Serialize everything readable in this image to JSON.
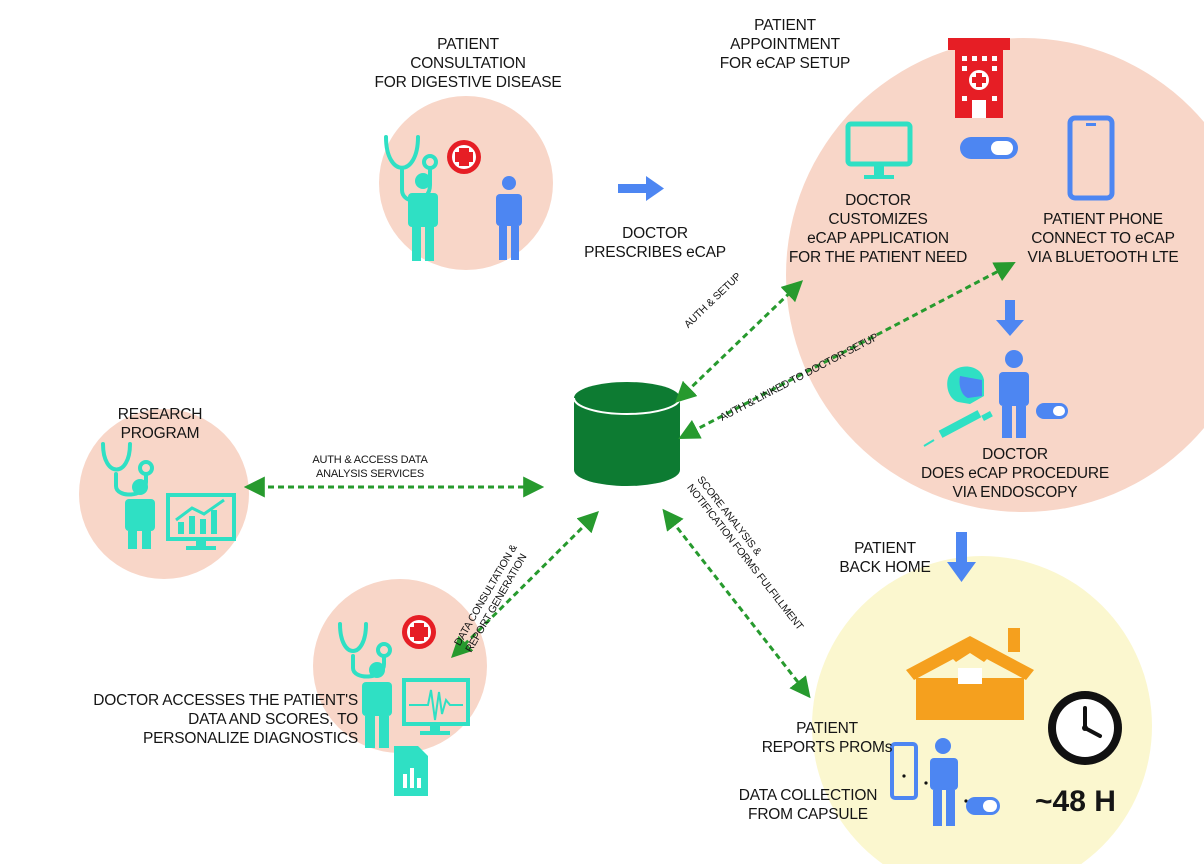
{
  "colors": {
    "circle_pink": "#f8d6c8",
    "circle_yellow": "#fbf7cf",
    "teal": "#2fe0c4",
    "blue": "#4d86f2",
    "red": "#e61e25",
    "database_green": "#0d7b32",
    "dashed_green": "#279a2e",
    "home_orange": "#f5a01e"
  },
  "nodes": {
    "consultation": {
      "line1": "PATIENT",
      "line2": "CONSULTATION",
      "line3": "FOR DIGESTIVE DISEASE"
    },
    "prescribe": {
      "line1": "DOCTOR",
      "line2": "PRESCRIBES eCAP"
    },
    "appointment": {
      "line1": "PATIENT",
      "line2": "APPOINTMENT",
      "line3": "FOR eCAP SETUP"
    },
    "customize": {
      "line1": "DOCTOR",
      "line2": "CUSTOMIZES",
      "line3": "eCAP APPLICATION",
      "line4": "FOR THE PATIENT NEED"
    },
    "phone": {
      "line1": "PATIENT PHONE",
      "line2": "CONNECT TO eCAP",
      "line3": "VIA BLUETOOTH LTE"
    },
    "procedure": {
      "line1": "DOCTOR",
      "line2": "DOES eCAP PROCEDURE",
      "line3": "VIA ENDOSCOPY"
    },
    "back_home": {
      "line1": "PATIENT",
      "line2": "BACK HOME"
    },
    "research": {
      "line1": "RESEARCH",
      "line2": "PROGRAM"
    },
    "doctor_access": {
      "line1": "DOCTOR ACCESSES THE PATIENT'S",
      "line2": "DATA AND SCORES, TO",
      "line3": "PERSONALIZE DIAGNOSTICS"
    },
    "proms": {
      "line1": "PATIENT",
      "line2": "REPORTS PROMs"
    },
    "collection": {
      "line1": "DATA COLLECTION",
      "line2": "FROM CAPSULE"
    },
    "duration": "~48 H"
  },
  "edges": {
    "auth_setup": "AUTH & SETUP",
    "auth_linked": "AUTH & LINKED TO DOCTOR SETUP",
    "research_line1": "AUTH & ACCESS DATA",
    "research_line2": "ANALYSIS SERVICES",
    "consult_line1": "DATA CONSULTATION &",
    "consult_line2": "REPORT GENERATION",
    "score_line1": "SCORE ANALYSIS &",
    "score_line2": "NOTIFICATION FORMS FULFILLMENT"
  },
  "icons": [
    "stethoscope-icon",
    "medical-cross-icon",
    "doctor-figure-icon",
    "patient-figure-icon",
    "right-arrow-icon",
    "hospital-icon",
    "monitor-icon",
    "capsule-icon",
    "smartphone-icon",
    "down-arrow-icon",
    "surgeon-mask-icon",
    "syringe-icon",
    "database-icon",
    "analytics-monitor-icon",
    "ecg-monitor-icon",
    "report-document-icon",
    "house-icon",
    "clock-icon"
  ]
}
